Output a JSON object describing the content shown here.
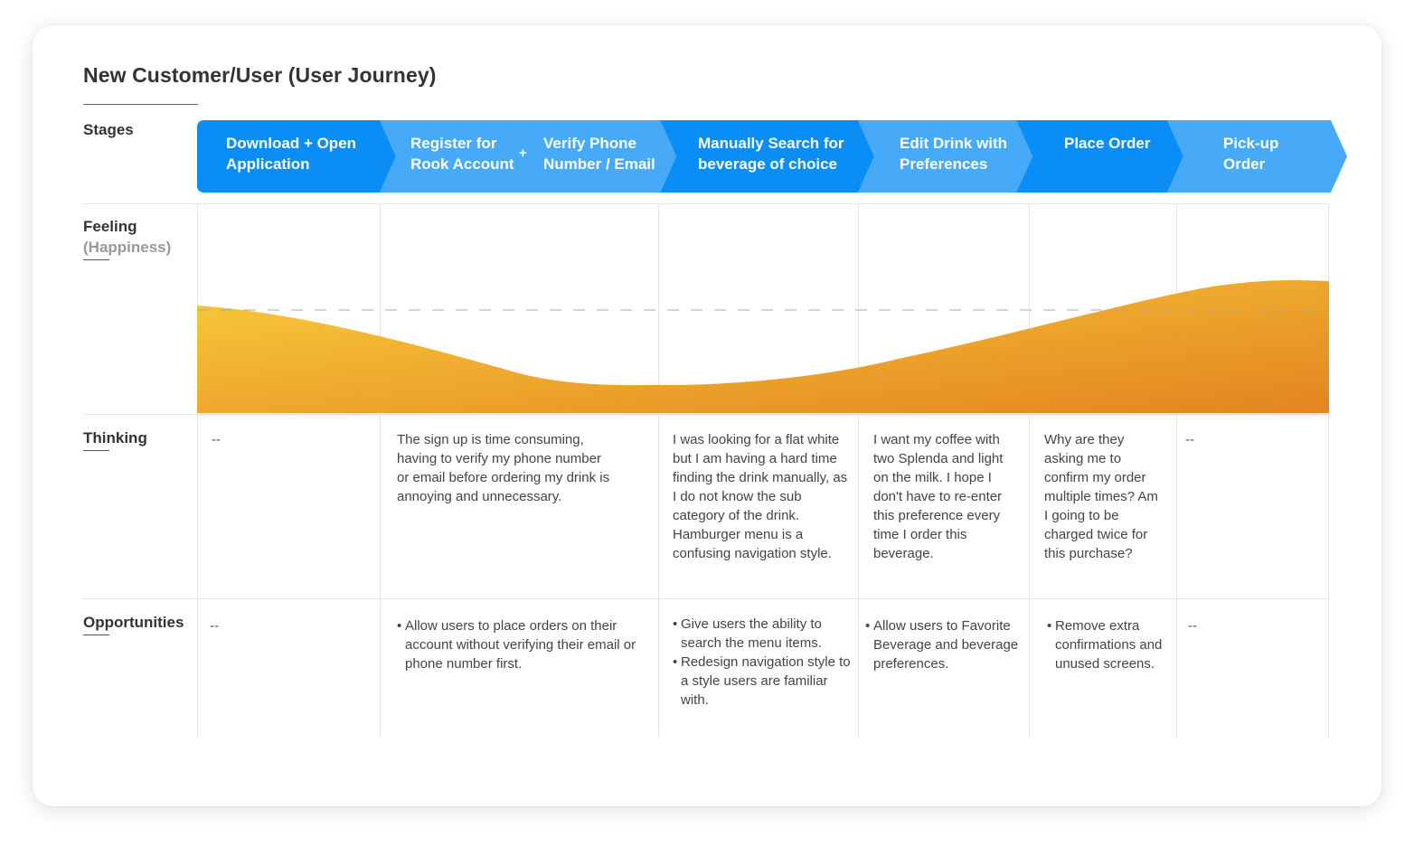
{
  "title": "New Customer/User (User Journey)",
  "rows": {
    "stages": "Stages",
    "feeling": "Feeling",
    "feeling_sub": "(Happiness)",
    "thinking": "Thinking",
    "opportunities": "Opportunities"
  },
  "stages": [
    {
      "line1": "Download + Open",
      "line2": "Application",
      "color": "#0a8ef5"
    },
    {
      "line1": "Register for",
      "line2": "Rook Account",
      "color": "#46aaf8"
    },
    {
      "plus": "+"
    },
    {
      "line1": "Verify Phone",
      "line2": "Number / Email",
      "color": "#46aaf8"
    },
    {
      "line1": "Manually Search for",
      "line2": "beverage of choice",
      "color": "#0a8ef5"
    },
    {
      "line1": "Edit Drink with",
      "line2": "Preferences",
      "color": "#46aaf8"
    },
    {
      "line1": "Place Order",
      "line2": "",
      "color": "#0a8ef5"
    },
    {
      "line1": "Pick-up",
      "line2": "Order",
      "color": "#46aaf8"
    }
  ],
  "feeling_colors": {
    "top": "#f8cc3a",
    "bottom": "#e38420",
    "baseline": "#aaaaaa"
  },
  "thinking": [
    "--",
    "The sign up is time consuming, having to verify my phone number or email before ordering my drink is annoying and unnecessary.",
    "I was looking for a flat white but I am having a hard time finding the drink manually, as I do not know the sub category of the drink. Hamburger menu is a confusing navigation style.",
    "I want my coffee with two Splenda and light on the milk. I hope I don't have to re-enter this preference every time I order this beverage.",
    "Why are they asking me to confirm my order multiple times? Am I going to be charged twice for this purchase?",
    "--"
  ],
  "opportunities": {
    "col1": "--",
    "col2": [
      "Allow users to place orders on their account without verifying their email or phone number first."
    ],
    "col3": [
      "Give users the ability to search the menu items.",
      "Redesign navigation style to a style users are familiar with."
    ],
    "col4": [
      "Allow users to Favorite Beverage and beverage preferences."
    ],
    "col5": [
      "Remove extra confirmations and unused screens."
    ],
    "col6": "--"
  }
}
